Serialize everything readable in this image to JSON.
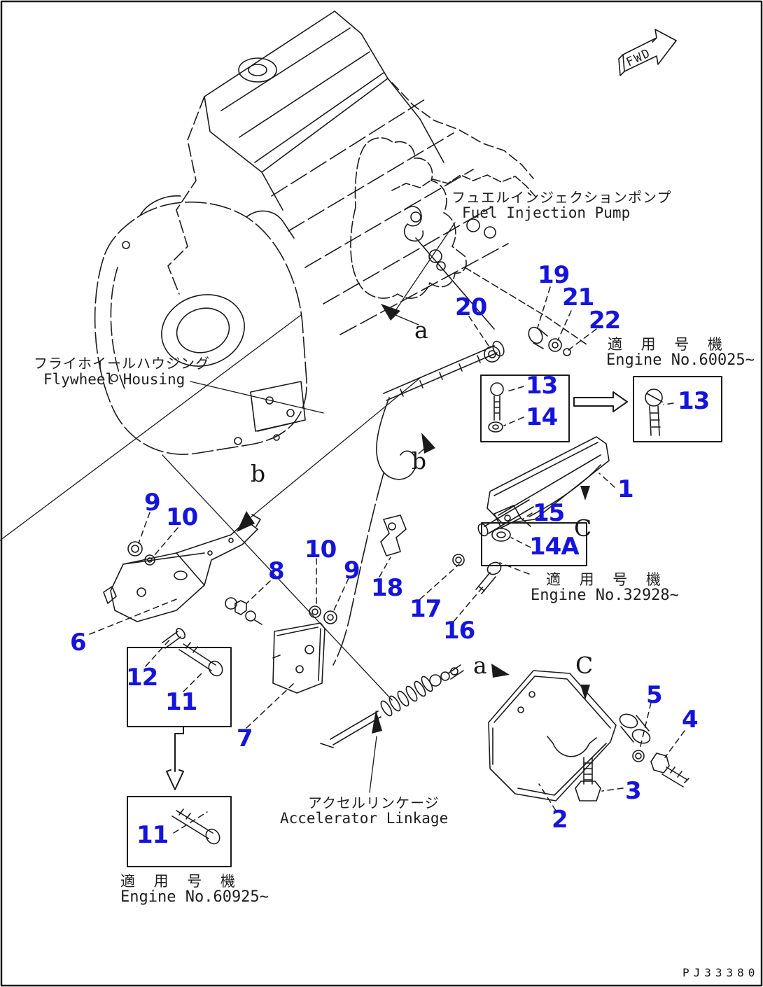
{
  "colors": {
    "callout_blue": "#1414dd",
    "line_black": "#1b1b1b",
    "background": "#ffffff"
  },
  "fwd_marker": {
    "label": "FWD"
  },
  "part_labels": {
    "fuel_injection_pump_jp": "フュエルインジェクションポンプ",
    "fuel_injection_pump_en": "Fuel Injection Pump",
    "flywheel_housing_jp": "フライホイールハウジング",
    "flywheel_housing_en": "Flywheel Housing",
    "accelerator_linkage_jp": "アクセルリンケージ",
    "accelerator_linkage_en": "Accelerator Linkage"
  },
  "serial_notes": {
    "top_right": {
      "jp": "適 用 号 機",
      "en": "Engine No.60025~"
    },
    "mid_right": {
      "jp": "適 用 号 機",
      "en": "Engine No.32928~"
    },
    "bottom_left": {
      "jp": "適 用 号 機",
      "en": "Engine No.60925~"
    }
  },
  "drawing_number": "PJ33380",
  "view_letters": [
    {
      "label": "a"
    },
    {
      "label": "b"
    },
    {
      "label": "b"
    },
    {
      "label": "C"
    },
    {
      "label": "a"
    },
    {
      "label": "C"
    }
  ],
  "callouts": [
    {
      "num": "19"
    },
    {
      "num": "20"
    },
    {
      "num": "21"
    },
    {
      "num": "22"
    },
    {
      "num": "13"
    },
    {
      "num": "14"
    },
    {
      "num": "13"
    },
    {
      "num": "1"
    },
    {
      "num": "15"
    },
    {
      "num": "14A"
    },
    {
      "num": "9"
    },
    {
      "num": "10"
    },
    {
      "num": "8"
    },
    {
      "num": "10"
    },
    {
      "num": "9"
    },
    {
      "num": "18"
    },
    {
      "num": "17"
    },
    {
      "num": "16"
    },
    {
      "num": "6"
    },
    {
      "num": "12"
    },
    {
      "num": "11"
    },
    {
      "num": "7"
    },
    {
      "num": "11"
    },
    {
      "num": "5"
    },
    {
      "num": "4"
    },
    {
      "num": "3"
    },
    {
      "num": "2"
    }
  ]
}
